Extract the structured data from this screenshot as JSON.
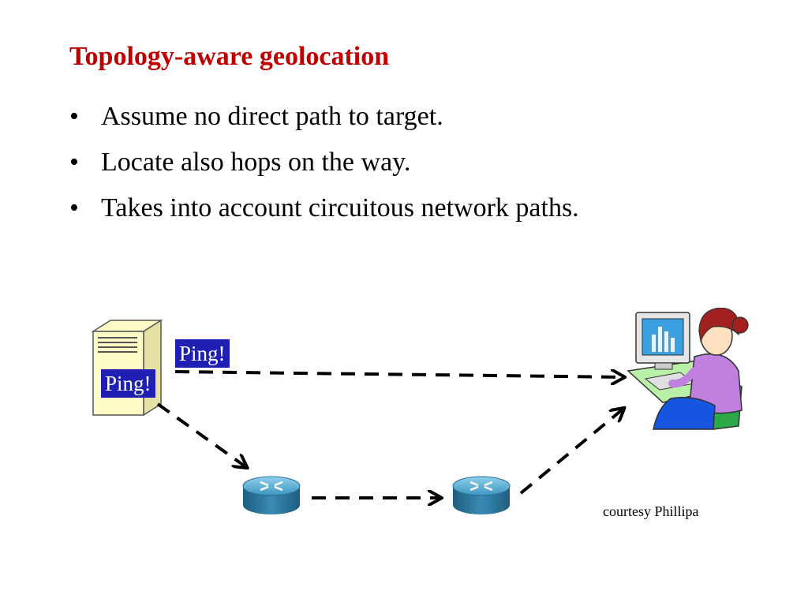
{
  "slide": {
    "title": "Topology-aware geolocation",
    "bullets": [
      "Assume no direct path to target.",
      "Locate also hops on the way.",
      "Takes into account circuitous network paths."
    ]
  },
  "diagram": {
    "ping_top": "Ping!",
    "ping_bottom": "Ping!",
    "courtesy": "courtesy Phillipa"
  },
  "colors": {
    "title": "#c00000",
    "ping_label_bg": "#1f1fb4",
    "router": "#2f7fa8",
    "server_body": "#fffcc8",
    "person_shirt": "#c080e0",
    "hair": "#a02020",
    "chair": "#2aa84a"
  },
  "icons": [
    "server-icon",
    "router-icon",
    "user-at-computer-icon"
  ]
}
